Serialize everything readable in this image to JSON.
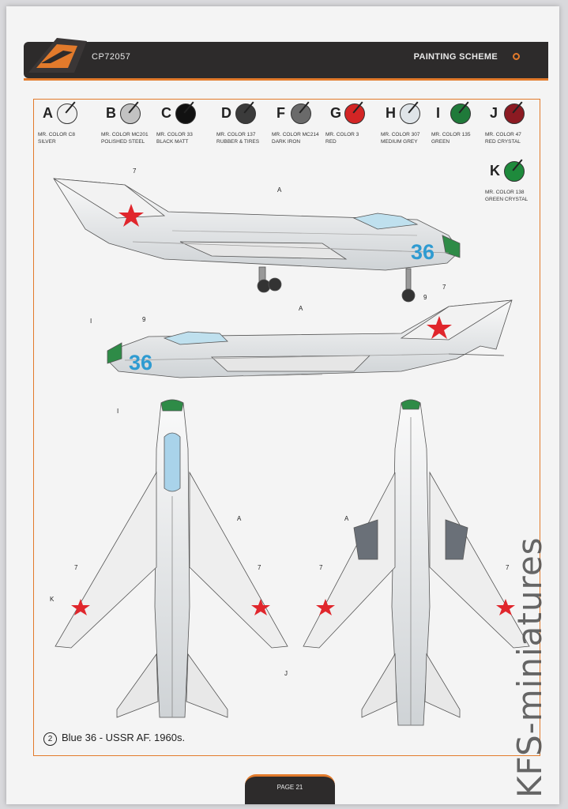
{
  "header": {
    "code": "CP72057",
    "title": "PAINTING SCHEME"
  },
  "colors": [
    {
      "letter": "A",
      "line1": "MR. COLOR C8",
      "line2": "SILVER",
      "swatch": "#f0f0f0"
    },
    {
      "letter": "B",
      "line1": "MR. COLOR MC201",
      "line2": "POLISHED STEEL",
      "swatch": "#c2c2c2"
    },
    {
      "letter": "C",
      "line1": "MR. COLOR 33",
      "line2": "BLACK MATT",
      "swatch": "#111111"
    },
    {
      "letter": "D",
      "line1": "MR. COLOR 137",
      "line2": "RUBBER & TIRES",
      "swatch": "#3b3b3b"
    },
    {
      "letter": "F",
      "line1": "MR. COLOR MC214",
      "line2": "DARK IRON",
      "swatch": "#6a6a6a"
    },
    {
      "letter": "G",
      "line1": "MR. COLOR 3",
      "line2": "RED",
      "swatch": "#d32525"
    },
    {
      "letter": "H",
      "line1": "MR. COLOR 307",
      "line2": "MEDIUM GREY",
      "swatch": "#dfe4e8"
    },
    {
      "letter": "I",
      "line1": "MR. COLOR 135",
      "line2": "GREEN",
      "swatch": "#1f7a3a"
    },
    {
      "letter": "J",
      "line1": "MR. COLOR 47",
      "line2": "RED CRYSTAL",
      "swatch": "#8c1a22"
    },
    {
      "letter": "K",
      "line1": "MR. COLOR 138",
      "line2": "GREEN CRYSTAL",
      "swatch": "#1e8a3c"
    }
  ],
  "callouts": {
    "a": "A",
    "i": "I",
    "j": "J",
    "k": "K",
    "seven": "7",
    "nine": "9"
  },
  "tail_number": "36",
  "caption": {
    "number": "2",
    "text": "Blue 36 - USSR AF. 1960s."
  },
  "footer": {
    "page": "PAGE 21"
  },
  "watermark": "KFS-miniatures"
}
